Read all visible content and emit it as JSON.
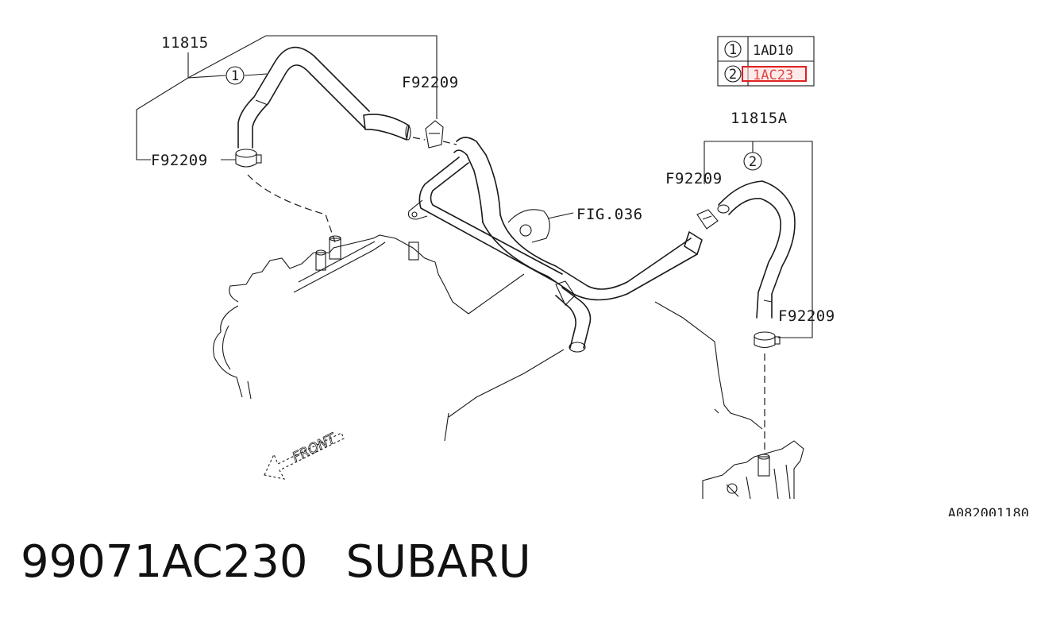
{
  "diagram": {
    "labels": {
      "part_11815": "11815",
      "part_11815a": "11815A",
      "clip_top": "F92209",
      "clip_left": "F92209",
      "clip_mid_right": "F92209",
      "clip_low_right": "F92209",
      "fig_ref": "FIG.036",
      "front": "FRONT",
      "callout_1": "1",
      "callout_2": "2",
      "image_code": "A082001180"
    },
    "legend": [
      {
        "marker": "1",
        "code": "1AD10",
        "highlighted": false
      },
      {
        "marker": "2",
        "code": "1AC23",
        "highlighted": true
      }
    ],
    "highlight_color": "#e02020"
  },
  "caption": {
    "part_number": "99071AC230",
    "brand": "SUBARU"
  }
}
